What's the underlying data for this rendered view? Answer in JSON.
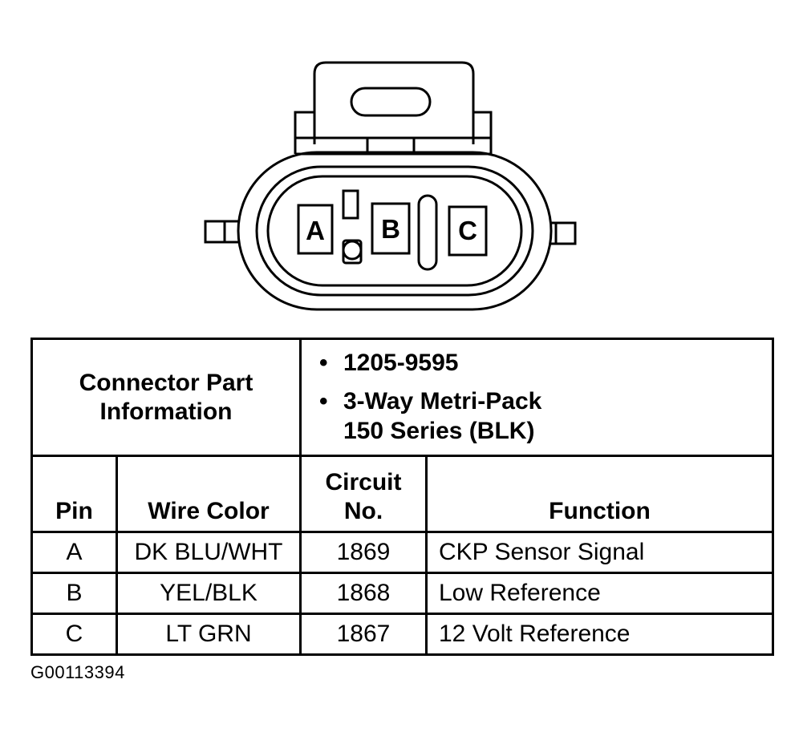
{
  "connector": {
    "pins": [
      "A",
      "B",
      "C"
    ]
  },
  "part_info": {
    "label": "Connector Part Information",
    "items": [
      {
        "text": "1205-9595",
        "sub": ""
      },
      {
        "text": "3-Way Metri-Pack",
        "sub": "150 Series (BLK)"
      }
    ]
  },
  "table": {
    "headers": {
      "pin": "Pin",
      "wire_color": "Wire Color",
      "circuit_line1": "Circuit",
      "circuit_line2": "No.",
      "function": "Function"
    },
    "rows": [
      {
        "pin": "A",
        "wire_color": "DK BLU/WHT",
        "circuit": "1869",
        "function": "CKP Sensor Signal"
      },
      {
        "pin": "B",
        "wire_color": "YEL/BLK",
        "circuit": "1868",
        "function": "Low Reference"
      },
      {
        "pin": "C",
        "wire_color": "LT GRN",
        "circuit": "1867",
        "function": "12 Volt Reference"
      }
    ]
  },
  "figure_id": "G00113394"
}
